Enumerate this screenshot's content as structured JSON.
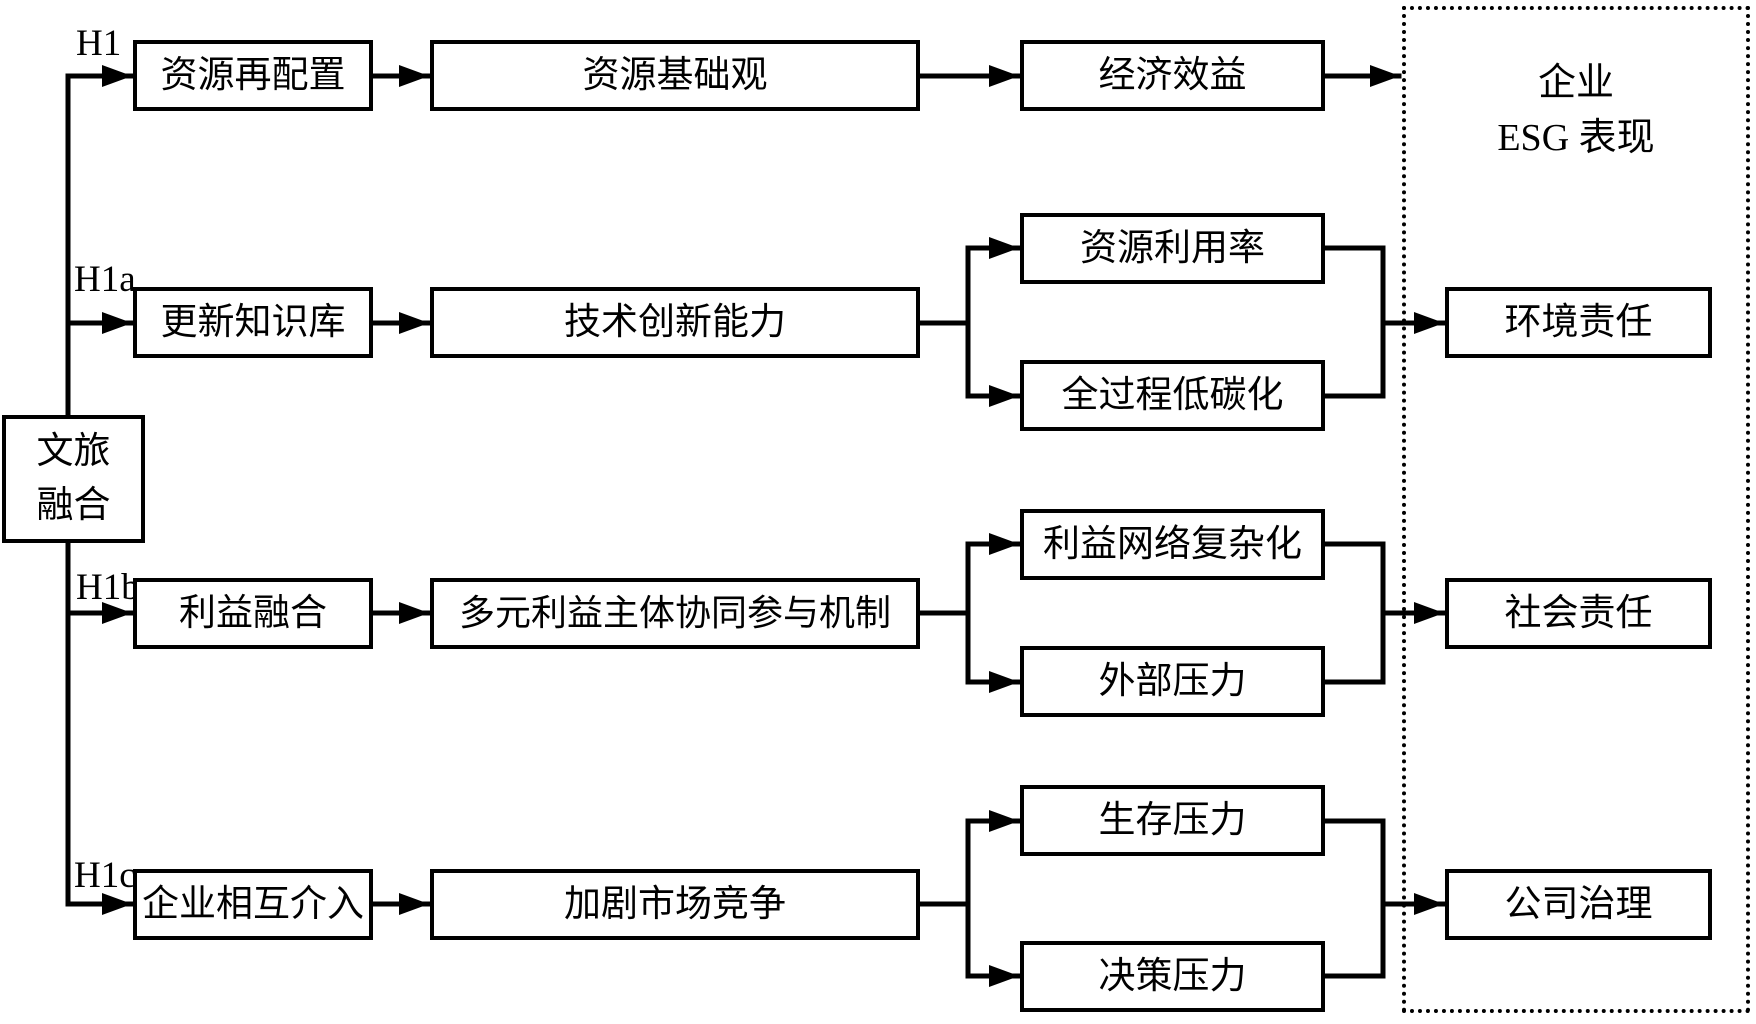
{
  "diagram": {
    "source_box": {
      "line1": "文旅",
      "line2": "融合"
    },
    "esg_box": {
      "title_line1": "企业",
      "title_line2": "ESG 表现"
    },
    "rows": [
      {
        "label": "H1",
        "box1": "资源再配置",
        "box2": "资源基础观",
        "box3": "经济效益"
      },
      {
        "label": "H1a",
        "box1": "更新知识库",
        "box2": "技术创新能力",
        "split_top": "资源利用率",
        "split_bottom": "全过程低碳化",
        "outcome": "环境责任"
      },
      {
        "label": "H1b",
        "box1": "利益融合",
        "box2": "多元利益主体协同参与机制",
        "split_top": "利益网络复杂化",
        "split_bottom": "外部压力",
        "outcome": "社会责任"
      },
      {
        "label": "H1c",
        "box1": "企业相互介入",
        "box2": "加剧市场竞争",
        "split_top": "生存压力",
        "split_bottom": "决策压力",
        "outcome": "公司治理"
      }
    ],
    "colors": {
      "line": "#000000",
      "background": "#ffffff"
    }
  }
}
